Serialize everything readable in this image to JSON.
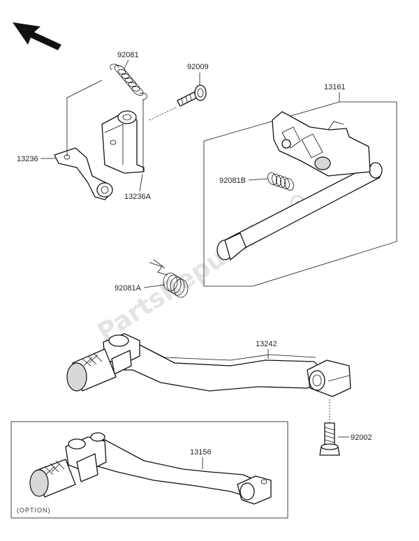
{
  "watermark": "PartsRepublik",
  "option_label": "(OPTION)",
  "parts": {
    "p92081": "92081",
    "p92009": "92009",
    "p13161": "13161",
    "p13236": "13236",
    "p92081B": "92081B",
    "p13236A": "13236A",
    "p92081A": "92081A",
    "p13242": "13242",
    "p92002": "92002",
    "p13156": "13156"
  }
}
